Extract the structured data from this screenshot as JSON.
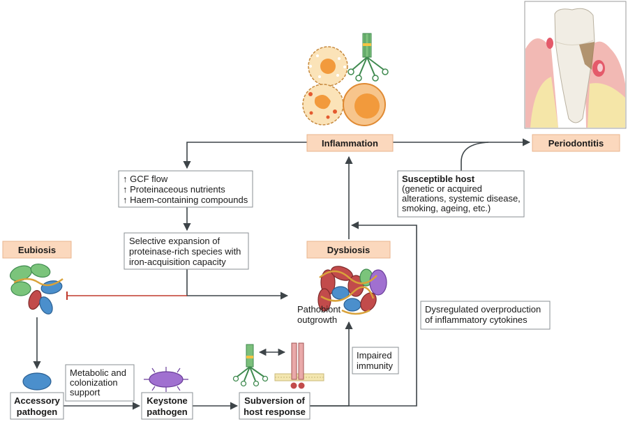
{
  "nodes": {
    "inflammation": "Inflammation",
    "periodontitis": "Periodontitis",
    "eubiosis": "Eubiosis",
    "dysbiosis": "Dysbiosis",
    "accessory": [
      "Accessory",
      "pathogen"
    ],
    "keystone": [
      "Keystone",
      "pathogen"
    ],
    "subversion": [
      "Subversion of",
      "host response"
    ]
  },
  "boxes": {
    "gcf": [
      "↑ GCF flow",
      "↑ Proteinaceous nutrients",
      "↑ Haem-containing compounds"
    ],
    "selective": [
      "Selective expansion of",
      "proteinase-rich species with",
      "iron-acquisition capacity"
    ],
    "susceptible_title": "Susceptible host",
    "susceptible": [
      "(genetic or acquired",
      "alterations, systemic disease,",
      "smoking, ageing, etc.)"
    ],
    "metabolic": [
      "Metabolic and",
      "colonization",
      "support"
    ],
    "impaired": [
      "Impaired",
      "immunity"
    ],
    "dysregulated": [
      "Dysregulated overproduction",
      "of inflammatory cytokines"
    ]
  },
  "labels": {
    "pathobiont": [
      "Pathobiont",
      "outgrowth"
    ]
  },
  "colors": {
    "tag_fill": "#fbd8bd",
    "line": "#3d4448",
    "inhibition": "#c0392b",
    "gum": "#f2b9b4",
    "bone": "#f5e6a8",
    "tooth": "#f1ede4",
    "immune_orange": "#f29a3c",
    "keystone_purple": "#a070d0",
    "accessory_blue": "#4b8fcc"
  },
  "icons": [
    "tooth-with-gum-illustration",
    "immune-cells-illustration",
    "bacteria-cluster-illustration",
    "receptor-crosstalk-illustration"
  ]
}
